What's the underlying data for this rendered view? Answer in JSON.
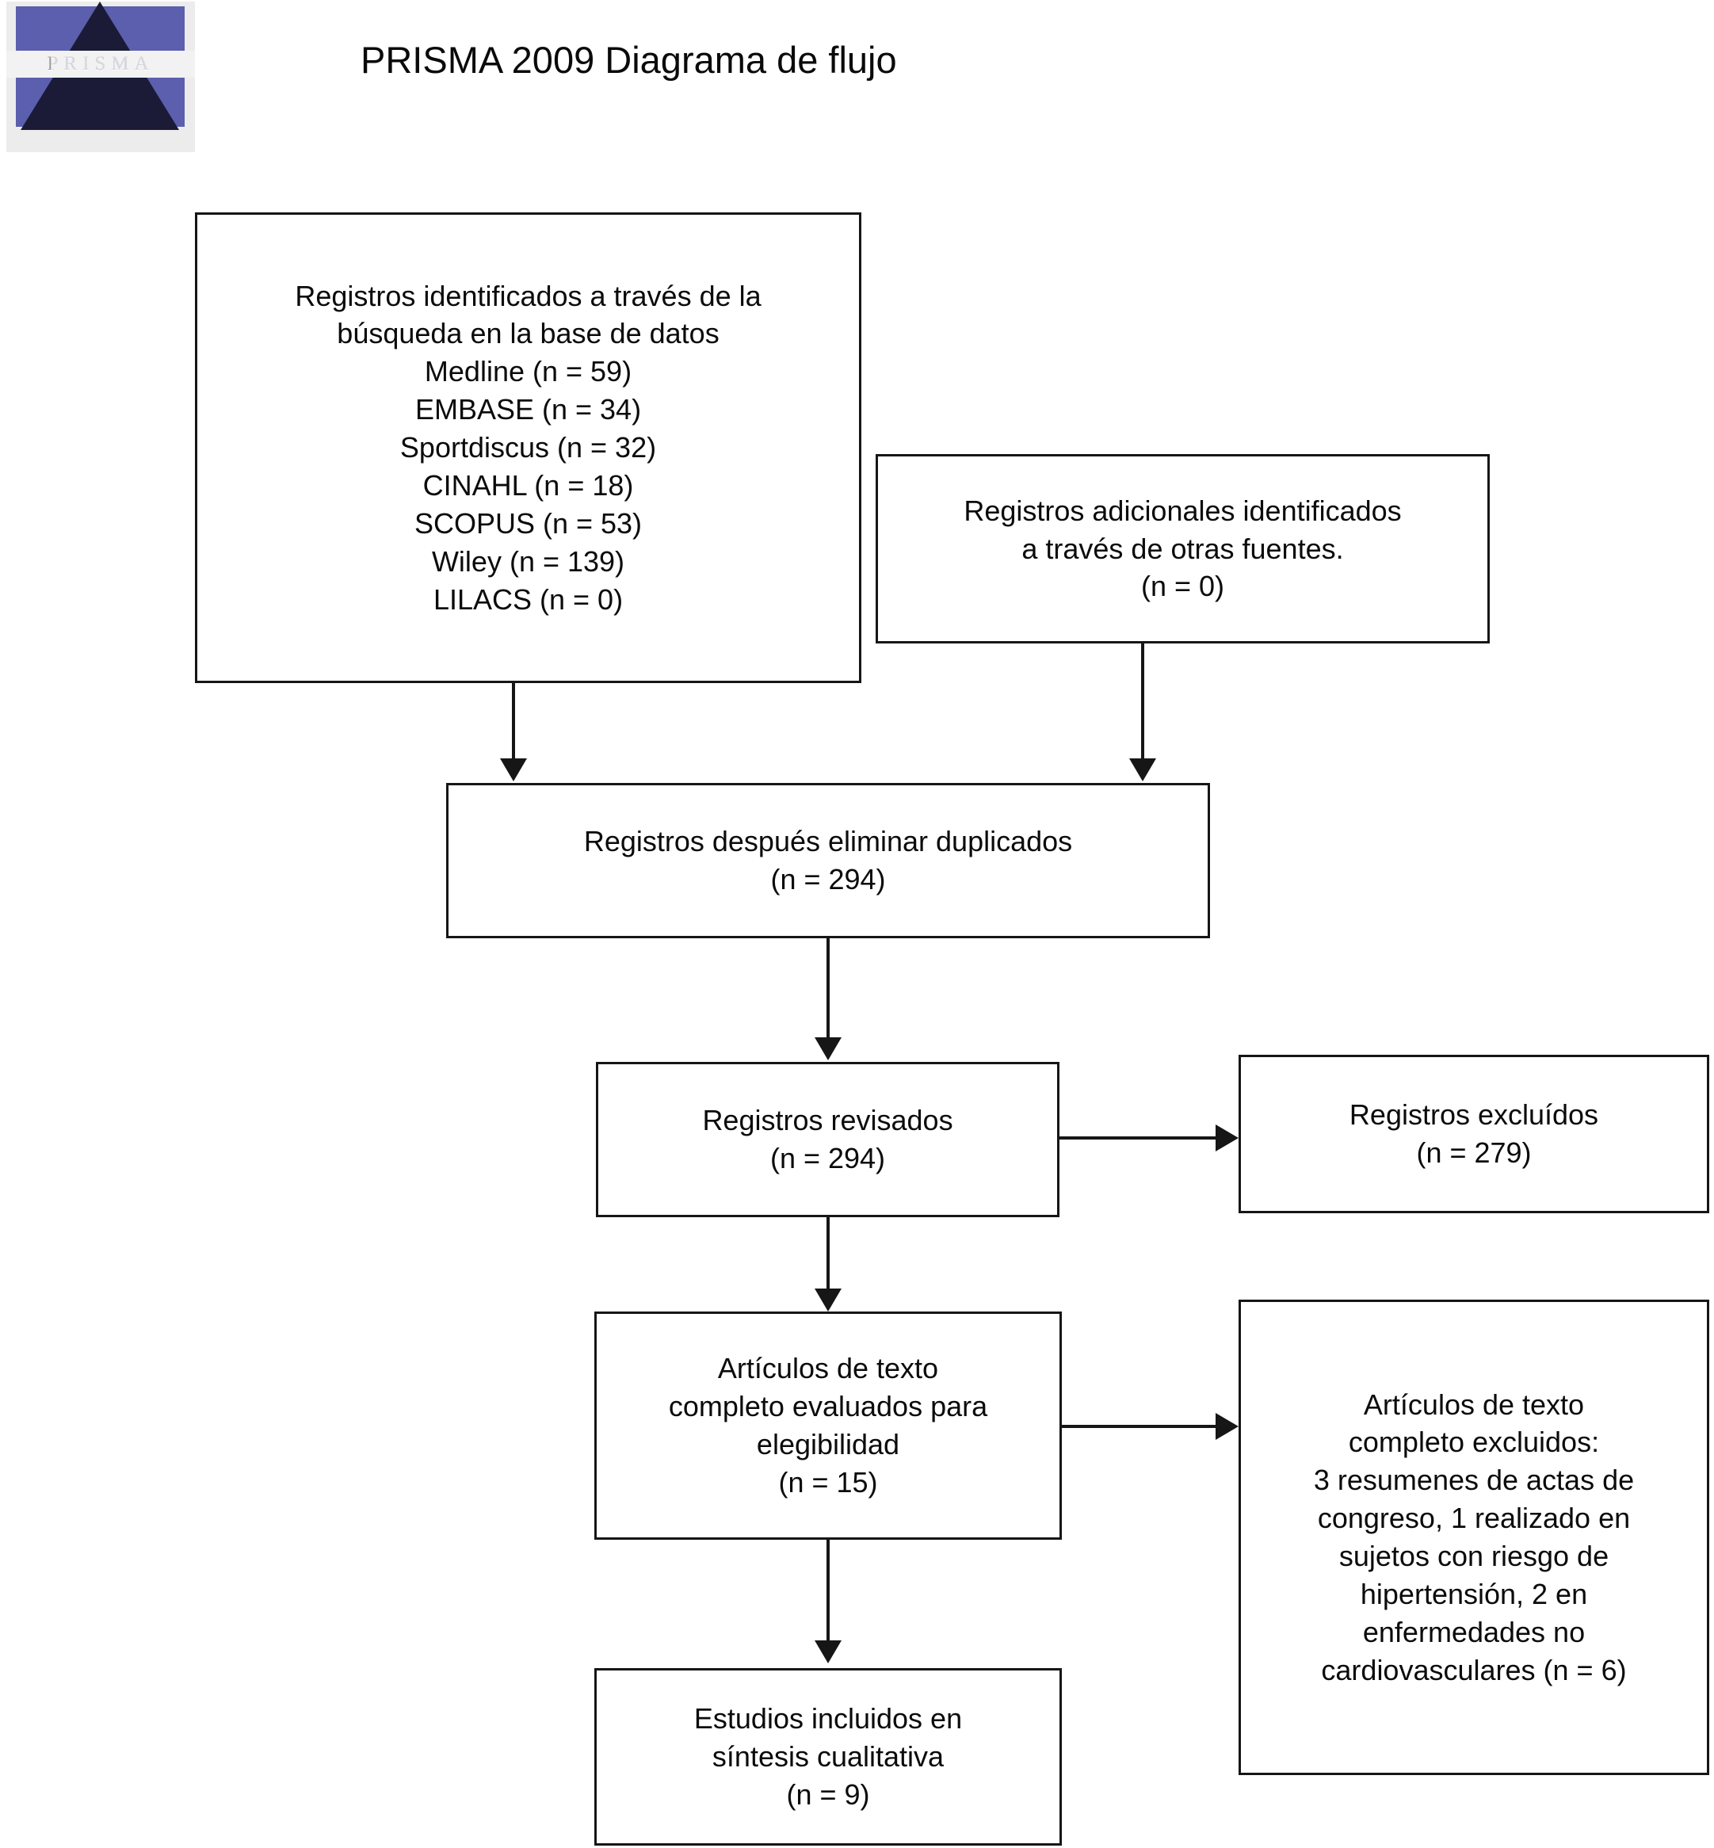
{
  "header": {
    "logo_alt": "PRISMA",
    "logo_word": "PRISMA",
    "title": "PRISMA 2009 Diagrama de flujo"
  },
  "flow": {
    "identification_db": {
      "name": "Registros identificados a través de la búsqueda en la base de datos",
      "lines": [
        "Registros identificados a través de la",
        "búsqueda en la base de datos",
        "Medline (n = 59)",
        "EMBASE (n = 34)",
        "Sportdiscus (n = 32)",
        "CINAHL (n = 18)",
        "SCOPUS (n = 53)",
        "Wiley (n = 139)",
        "LILACS (n = 0)"
      ],
      "sources": [
        {
          "label": "Medline",
          "n": 59
        },
        {
          "label": "EMBASE",
          "n": 34
        },
        {
          "label": "Sportdiscus",
          "n": 32
        },
        {
          "label": "CINAHL",
          "n": 18
        },
        {
          "label": "SCOPUS",
          "n": 53
        },
        {
          "label": "Wiley",
          "n": 139
        },
        {
          "label": "LILACS",
          "n": 0
        }
      ]
    },
    "identification_other": {
      "name": "Registros adicionales identificados a través de otras fuentes.",
      "lines": [
        "Registros adicionales identificados",
        "a través de otras fuentes.",
        "(n = 0)"
      ],
      "n": 0
    },
    "duplicates_removed": {
      "name": "Registros después eliminar duplicados",
      "lines": [
        "Registros después eliminar duplicados",
        "(n = 294)"
      ],
      "n": 294
    },
    "screened": {
      "name": "Registros revisados",
      "lines": [
        "Registros revisados",
        "(n = 294)"
      ],
      "n": 294
    },
    "screened_excluded": {
      "name": "Registros excluídos",
      "lines": [
        "Registros excluídos",
        "(n = 279)"
      ],
      "n": 279
    },
    "eligibility": {
      "name": "Artículos de texto completo evaluados para elegibilidad",
      "lines": [
        "Artículos de texto",
        "completo evaluados para",
        "elegibilidad",
        "(n = 15)"
      ],
      "n": 15
    },
    "eligibility_excluded": {
      "name": "Artículos de texto completo excluidos",
      "lines": [
        "Artículos de texto",
        "completo excluidos:",
        "3 resumenes de actas de",
        "congreso, 1 realizado en",
        "sujetos con riesgo de",
        "hipertensión, 2 en",
        "enfermedades no",
        "cardiovasculares (n = 6)"
      ],
      "n": 6,
      "reasons": [
        {
          "label": "resumenes de actas de congreso",
          "n": 3
        },
        {
          "label": "realizado en sujetos con riesgo de hipertensión",
          "n": 1
        },
        {
          "label": "en enfermedades no cardiovasculares",
          "n": 2
        }
      ]
    },
    "included": {
      "name": "Estudios incluidos en síntesis cualitativa",
      "lines": [
        "Estudios incluidos en",
        "síntesis cualitativa",
        "(n = 9)"
      ],
      "n": 9
    }
  },
  "colors": {
    "box_border": "#161616",
    "box_fill": "#ffffff",
    "text": "#0b0b0b",
    "logo_blue": "#5b5fad",
    "logo_dark": "#1b1b38",
    "page_bg": "#ffffff"
  }
}
